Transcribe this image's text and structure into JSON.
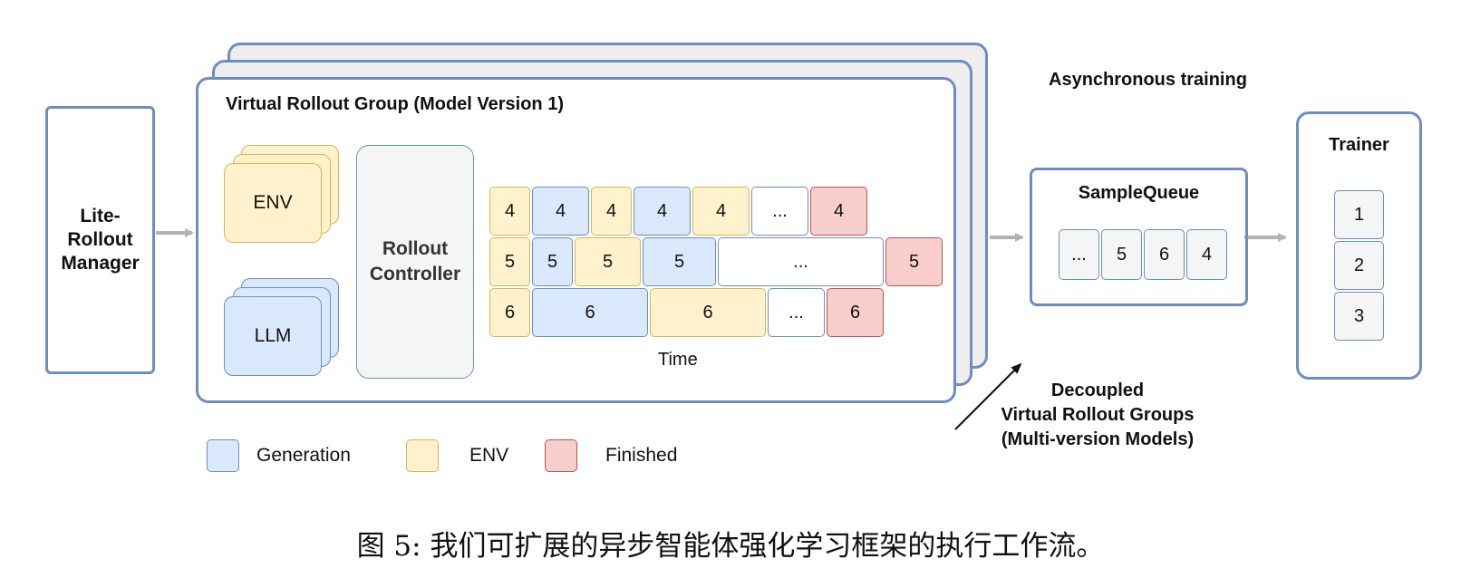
{
  "manager": {
    "label": "Lite-\nRollout\nManager"
  },
  "group": {
    "title": "Virtual Rollout Group (Model Version 1)",
    "env_label": "ENV",
    "llm_label": "LLM",
    "controller_label": "Rollout\nController",
    "rows": [
      [
        "4",
        "4",
        "4",
        "4",
        "4",
        "...",
        "4"
      ],
      [
        "5",
        "5",
        "5",
        "5",
        "...",
        "5"
      ],
      [
        "6",
        "6",
        "6",
        "...",
        "6"
      ]
    ],
    "time_label": "Time"
  },
  "legend": {
    "generation": "Generation",
    "env": "ENV",
    "finished": "Finished"
  },
  "async_label": "Asynchronous training",
  "decoupled_label": "Decoupled\nVirtual Rollout Groups\n(Multi-version Models)",
  "queue": {
    "title": "SampleQueue",
    "items": [
      "...",
      "5",
      "6",
      "4"
    ]
  },
  "trainer": {
    "title": "Trainer",
    "items": [
      "1",
      "2",
      "3"
    ]
  },
  "caption": "图 5: 我们可扩展的异步智能体强化学习框架的执行工作流。",
  "colors": {
    "generation": "#dae8fc",
    "env": "#fff2cc",
    "finished": "#f8cecc",
    "border": "#6c8ebf",
    "arrow_grey": "#b3b3b3"
  }
}
